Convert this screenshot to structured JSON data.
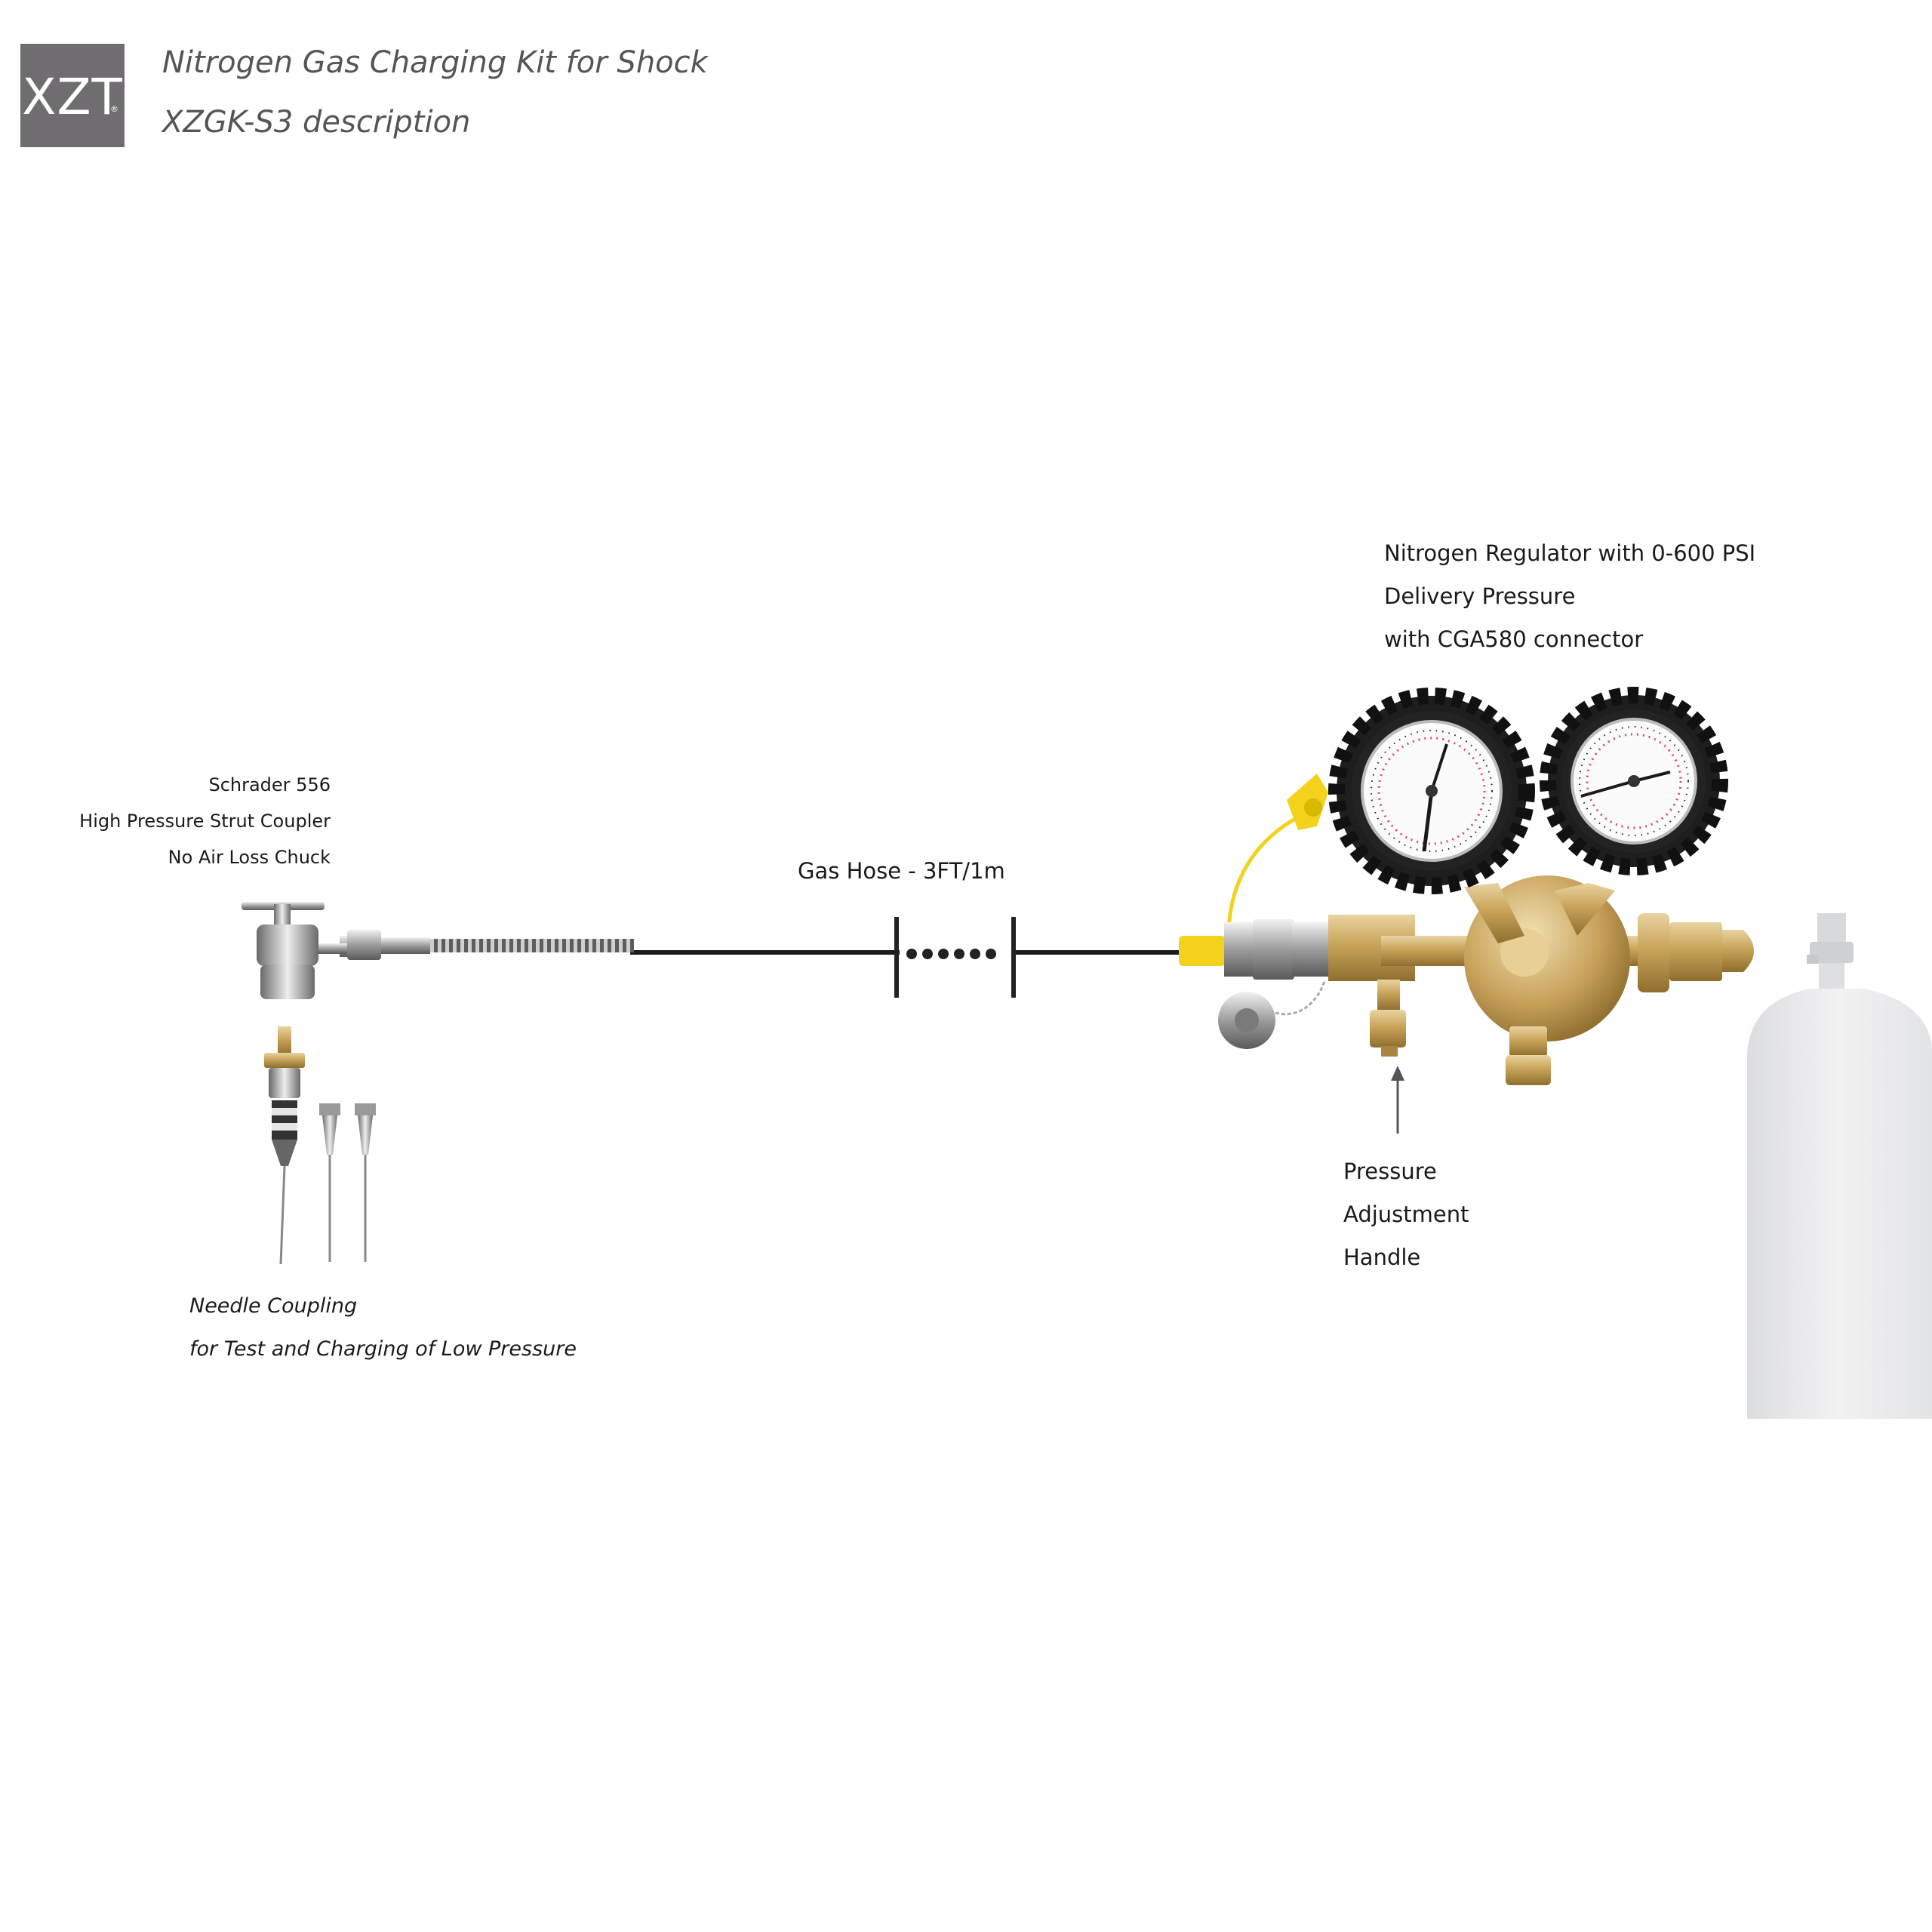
{
  "brand": {
    "logo_text": "XZT",
    "registered_mark": "®"
  },
  "header": {
    "title": "Nitrogen Gas Charging Kit for Shock",
    "subtitle": "XZGK-S3  description"
  },
  "labels": {
    "regulator": [
      "Nitrogen Regulator with 0-600 PSI",
      "Delivery Pressure",
      "with CGA580 connector"
    ],
    "schrader": [
      "Schrader 556",
      "High Pressure Strut Coupler",
      "No Air Loss Chuck"
    ],
    "hose": "Gas Hose - 3FT/1m",
    "pressure_handle": [
      "Pressure",
      "Adjustment",
      "Handle"
    ],
    "needle": [
      "Needle Coupling",
      "for Test and Charging of Low Pressure"
    ]
  },
  "colors": {
    "logo_bg": "#6f6d6f",
    "brass": "#c9a45a",
    "gauge_rubber": "#1e1e1e",
    "yellow_cap": "#f2d21b",
    "cylinder": "#e9eaeb"
  }
}
